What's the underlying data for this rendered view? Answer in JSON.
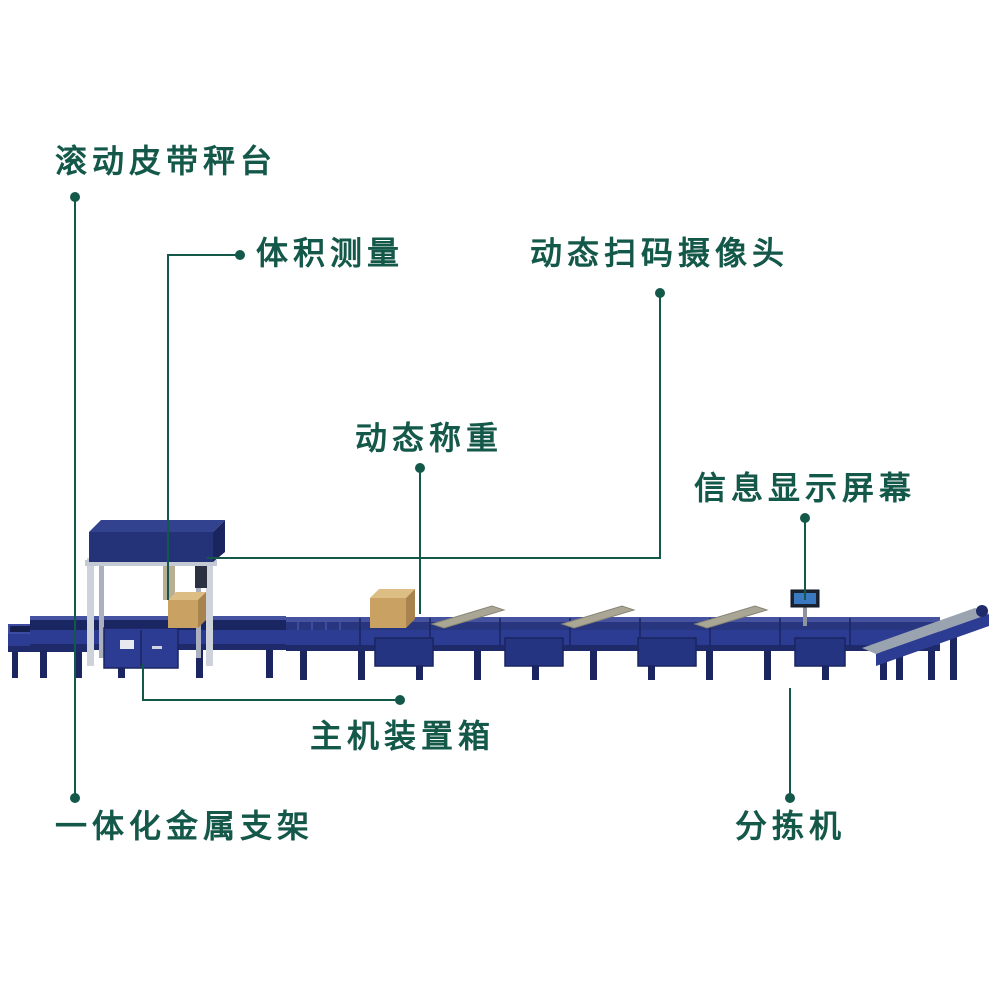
{
  "diagram": {
    "labels": {
      "rolling_belt_scale": "滚动皮带秤台",
      "volume_measurement": "体积测量",
      "dynamic_scan_camera": "动态扫码摄像头",
      "dynamic_weighing": "动态称重",
      "info_display_screen": "信息显示屏幕",
      "main_unit_box": "主机装置箱",
      "integrated_metal_frame": "一体化金属支架",
      "sorter": "分拣机"
    },
    "colors": {
      "label_text": "#14584a",
      "leader_line": "#14584a",
      "machine_blue": "#2c3c92",
      "machine_dark_navy": "#1b2560",
      "belt_dark": "#1a2662",
      "frame_aluminum": "#cdd2db",
      "carton_tan": "#c9a263",
      "chute_taupe": "#aaa695",
      "background": "#ffffff"
    }
  }
}
